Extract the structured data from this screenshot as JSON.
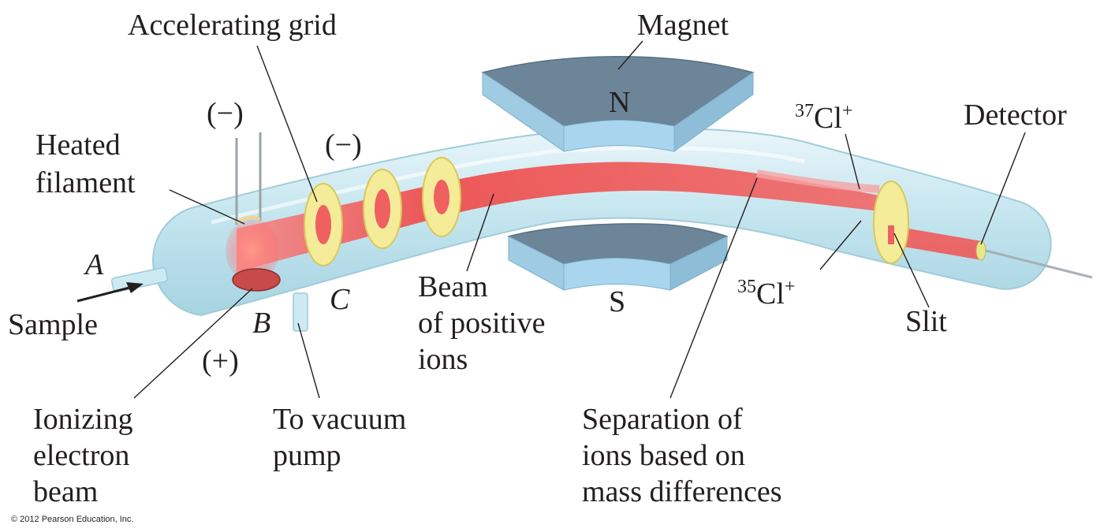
{
  "labels": {
    "accelerating_grid": "Accelerating grid",
    "magnet": "Magnet",
    "north": "N",
    "south": "S",
    "cl37_mass": "37",
    "cl37_symbol": "Cl",
    "cl37_charge": "+",
    "cl35_mass": "35",
    "cl35_symbol": "Cl",
    "cl35_charge": "+",
    "detector": "Detector",
    "filament_minus": "(−)",
    "grid_minus": "(−)",
    "heated_filament_line1": "Heated",
    "heated_filament_line2": "filament",
    "port_a": "A",
    "sample": "Sample",
    "plate_b": "B",
    "plate_plus": "(+)",
    "grid_c": "C",
    "beam_line1": "Beam",
    "beam_line2": "of positive",
    "beam_line3": "ions",
    "slit": "Slit",
    "ionizing_line1": "Ionizing",
    "ionizing_line2": "electron",
    "ionizing_line3": "beam",
    "vacuum_line1": "To vacuum",
    "vacuum_line2": "pump",
    "separation_line1": "Separation of",
    "separation_line2": "ions based on",
    "separation_line3": "mass differences"
  },
  "copyright": "© 2012 Pearson Education, Inc.",
  "colors": {
    "tube": "#cdeaf3",
    "tube_edge": "#9ccad8",
    "beam": "#ef4b4b",
    "beam_light": "#f7a0a0",
    "magnet_top": "#6d8599",
    "magnet_face": "#a9d6ee",
    "grid": "#f5ec9a",
    "grid_edge": "#d9c85a",
    "text": "#231f20"
  }
}
